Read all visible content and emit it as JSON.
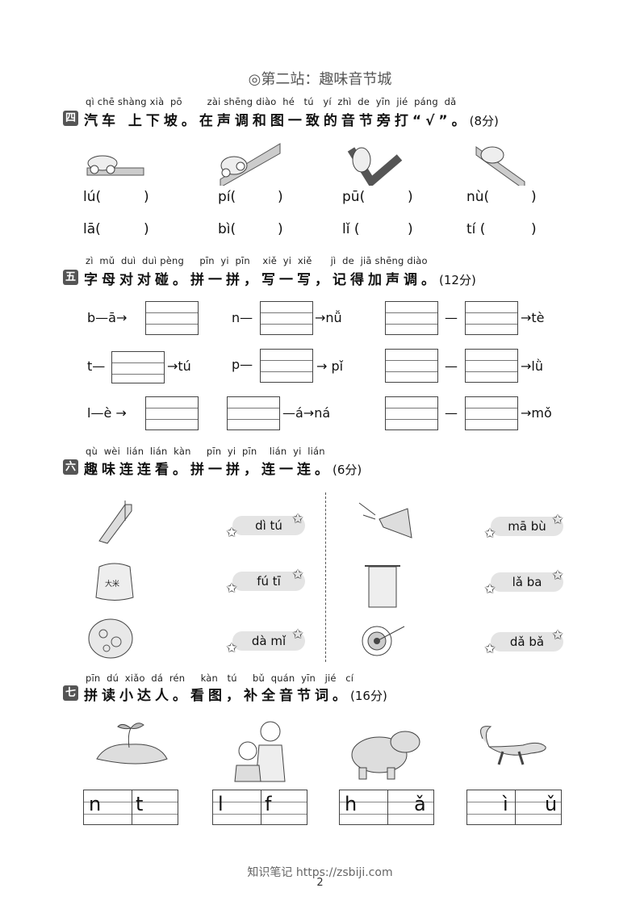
{
  "title": "◎第二站：趣味音节城",
  "sections": {
    "s4": {
      "marker": "四",
      "pinyin": "qì chē shàng xià  pō        zài shēng diào  hé   tú   yí  zhì  de  yīn  jié  páng  dǎ",
      "heading": "汽车 上下坡。在声调和图一致的音节旁打“√”。",
      "points": "(8分)",
      "options": [
        [
          "lú(",
          ")"
        ],
        [
          "pí(",
          ")"
        ],
        [
          "pū(",
          ")"
        ],
        [
          "nù(",
          ")"
        ],
        [
          "lā(",
          ")"
        ],
        [
          "bì(",
          ")"
        ],
        [
          "lǐ (",
          ")"
        ],
        [
          "tí (",
          ")"
        ]
      ]
    },
    "s5": {
      "marker": "五",
      "pinyin": "zì  mǔ  duì  duì pèng     pīn  yi  pīn    xiě  yi  xiě      jì  de  jiā shēng diào",
      "heading": "字母对对碰。拼一拼，写一写，记得加声调。",
      "points": "(12分)",
      "labels": {
        "r1a": "b—ā→",
        "r1b": "n—",
        "r1c": "→nǚ",
        "r1d": "—",
        "r1e": "→tè",
        "r2a": "t—",
        "r2b": "→tú",
        "r2c": "p—",
        "r2d": "→ pǐ",
        "r2e": "—",
        "r2f": "→lǜ",
        "r3a": "l—è →",
        "r3b": "—á→ná",
        "r3c": "—",
        "r3d": "→mǒ"
      }
    },
    "s6": {
      "marker": "六",
      "pinyin": "qù  wèi  lián  lián  kàn     pīn  yi  pīn    lián  yi  lián",
      "heading": "趣味连连看。拼一拼，连一连。",
      "points": "(6分)",
      "left": [
        "dì tú",
        "fú tī",
        "dà mǐ"
      ],
      "right": [
        "mā bù",
        "lǎ ba",
        "dǎ bǎ"
      ],
      "bag_text": "大米"
    },
    "s7": {
      "marker": "七",
      "pinyin": "pīn  dú  xiǎo  dá  rén     kàn   tú     bǔ  quán  yīn   jié   cí",
      "heading": "拼读小达人。看图，补全音节词。",
      "points": "(16分)",
      "boxes": [
        [
          "n",
          "t"
        ],
        [
          "l",
          "f"
        ],
        [
          "h",
          "ǎ"
        ],
        [
          "ì",
          "ǔ"
        ]
      ]
    }
  },
  "footer": "知识笔记 https://zsbiji.com",
  "page_number": "2"
}
